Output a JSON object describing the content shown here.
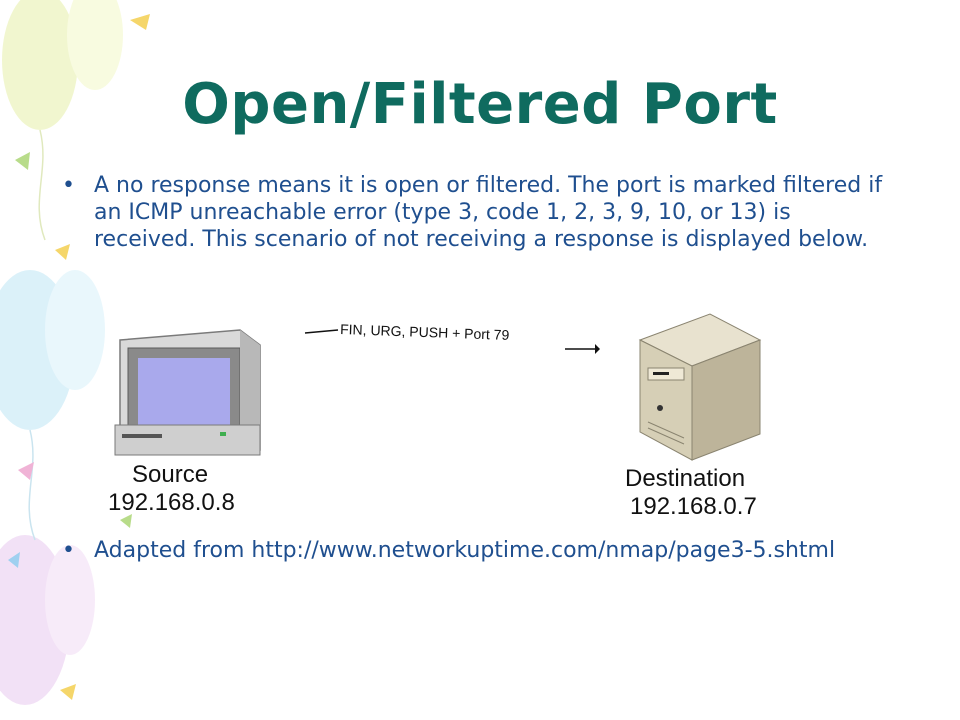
{
  "slide": {
    "title": "Open/Filtered Port",
    "bullets": [
      "A no response means it is open or filtered. The port is marked filtered if an ICMP unreachable error (type 3, code 1, 2, 3, 9, 10, or 13) is received. This scenario of not receiving a response is displayed below.",
      "Adapted from http://www.networkuptime.com/nmap/page3-5.shtml"
    ]
  },
  "diagram": {
    "arrow_label": "FIN, URG, PUSH + Port 79",
    "source": {
      "label": "Source",
      "ip": "192.168.0.8"
    },
    "destination": {
      "label": "Destination",
      "ip": "192.168.0.7"
    }
  },
  "colors": {
    "title": "#0f6b5f",
    "body_text": "#1f4f8f",
    "diagram_text": "#111111"
  },
  "icons": [
    "computer-icon",
    "server-icon",
    "balloon-decoration"
  ]
}
